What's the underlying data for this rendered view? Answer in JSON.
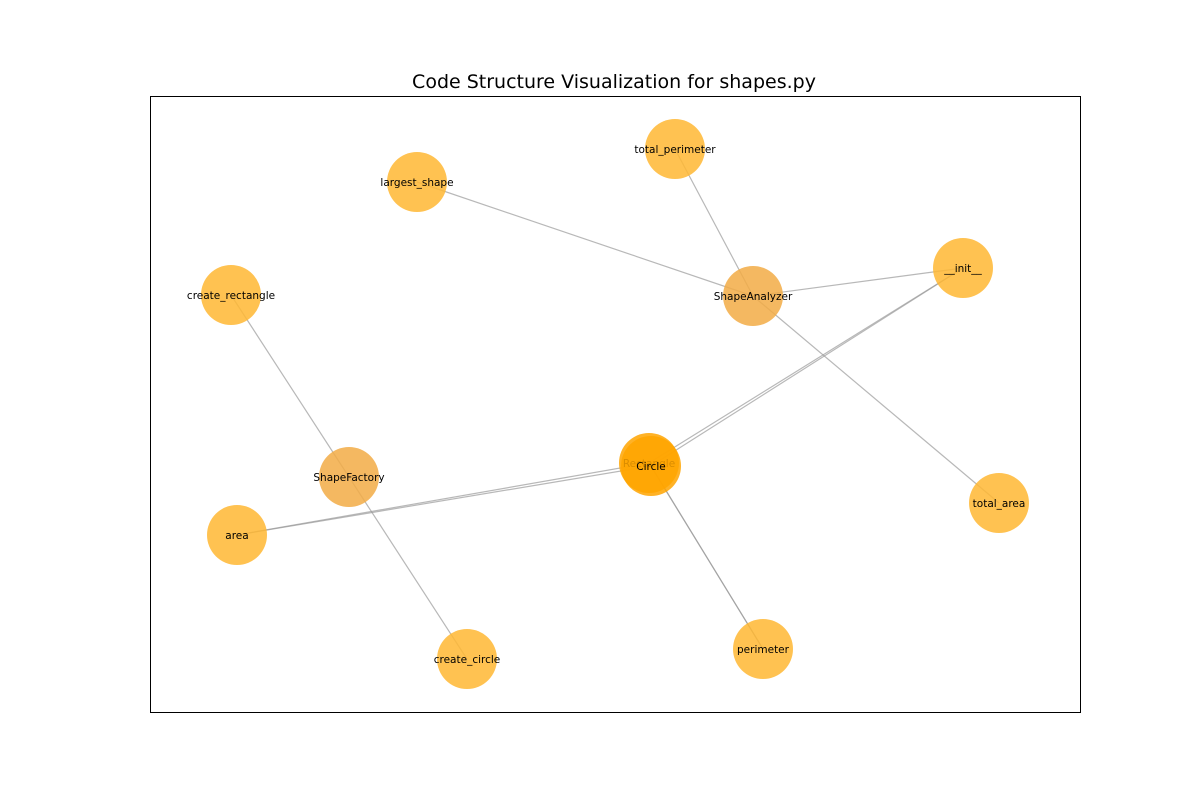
{
  "title": "Code Structure Visualization for shapes.py",
  "colors": {
    "function_node": "#FFB733",
    "class_node": "#F2AC45",
    "overlap_node": "#FFA500",
    "edge": "#9a9a9a",
    "frame": "#000000"
  },
  "nodes": [
    {
      "id": "total_perimeter",
      "label": "total_perimeter",
      "kind": "function"
    },
    {
      "id": "largest_shape",
      "label": "largest_shape",
      "kind": "function"
    },
    {
      "id": "__init__",
      "label": "__init__",
      "kind": "function"
    },
    {
      "id": "ShapeAnalyzer",
      "label": "ShapeAnalyzer",
      "kind": "class"
    },
    {
      "id": "create_rectangle",
      "label": "create_rectangle",
      "kind": "function"
    },
    {
      "id": "ShapeFactory",
      "label": "ShapeFactory",
      "kind": "class"
    },
    {
      "id": "Rectangle",
      "label": "Rectangle",
      "kind": "class"
    },
    {
      "id": "Circle",
      "label": "Circle",
      "kind": "class"
    },
    {
      "id": "area",
      "label": "area",
      "kind": "function"
    },
    {
      "id": "total_area",
      "label": "total_area",
      "kind": "function"
    },
    {
      "id": "create_circle",
      "label": "create_circle",
      "kind": "function"
    },
    {
      "id": "perimeter",
      "label": "perimeter",
      "kind": "function"
    }
  ],
  "edges": [
    {
      "source": "ShapeAnalyzer",
      "target": "total_perimeter"
    },
    {
      "source": "ShapeAnalyzer",
      "target": "largest_shape"
    },
    {
      "source": "ShapeAnalyzer",
      "target": "__init__"
    },
    {
      "source": "ShapeAnalyzer",
      "target": "total_area"
    },
    {
      "source": "ShapeFactory",
      "target": "create_rectangle"
    },
    {
      "source": "ShapeFactory",
      "target": "create_circle"
    },
    {
      "source": "Rectangle",
      "target": "__init__"
    },
    {
      "source": "Circle",
      "target": "__init__"
    },
    {
      "source": "Rectangle",
      "target": "area"
    },
    {
      "source": "Circle",
      "target": "area"
    },
    {
      "source": "Rectangle",
      "target": "perimeter"
    },
    {
      "source": "Circle",
      "target": "perimeter"
    }
  ]
}
